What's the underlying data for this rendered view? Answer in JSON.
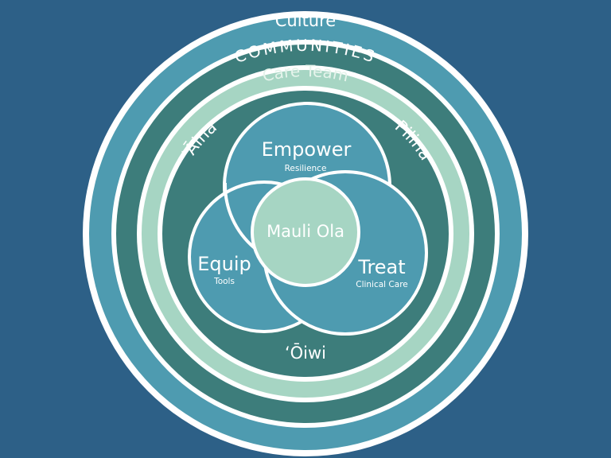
{
  "rings": {
    "culture": "Culture",
    "communities": "COMMUNITIES",
    "care_team": "Care Team"
  },
  "values": {
    "aina": "ʻĀina",
    "pilina": "Pilina",
    "oiwi": "ʻŌiwi"
  },
  "pillars": {
    "empower": {
      "title": "Empower",
      "subtitle": "Resilience"
    },
    "equip": {
      "title": "Equip",
      "subtitle": "Tools"
    },
    "treat": {
      "title": "Treat",
      "subtitle": "Clinical Care"
    }
  },
  "center": "Mauli Ola",
  "colors": {
    "background": "#2d6087",
    "culture_ring": "#4e9bb0",
    "communities_ring": "#3d7d7b",
    "care_team_ring": "#a6d5c3",
    "inner_field": "#3d7d7b",
    "pillar_circle": "#4e9bb0",
    "center_circle": "#a6d5c3",
    "stroke": "#ffffff"
  }
}
